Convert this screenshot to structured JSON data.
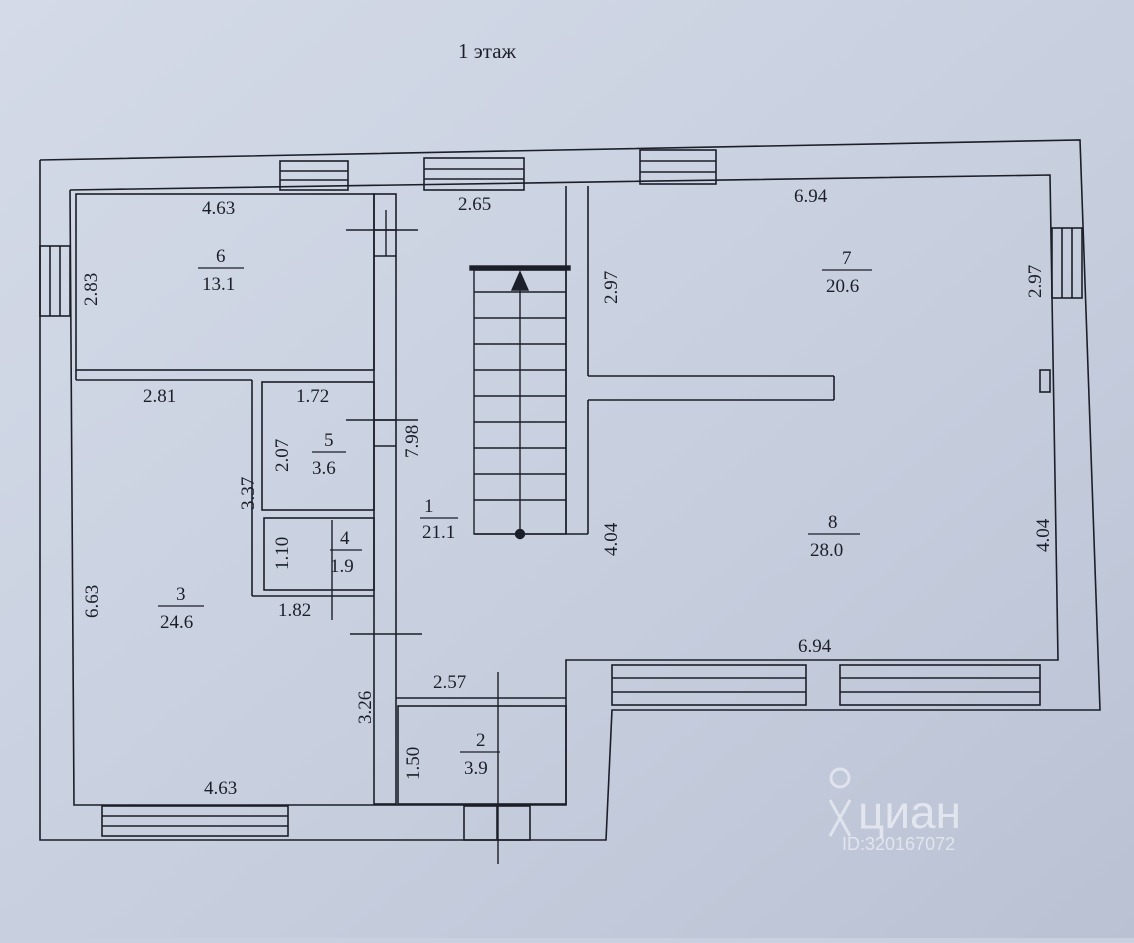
{
  "plan": {
    "title": "1 этаж",
    "rooms": [
      {
        "number": "1",
        "area": "21.1"
      },
      {
        "number": "2",
        "area": "3.9"
      },
      {
        "number": "3",
        "area": "24.6"
      },
      {
        "number": "4",
        "area": "1.9"
      },
      {
        "number": "5",
        "area": "3.6"
      },
      {
        "number": "6",
        "area": "13.1"
      },
      {
        "number": "7",
        "area": "20.6"
      },
      {
        "number": "8",
        "area": "28.0"
      }
    ],
    "dimensions": [
      "4.63",
      "2.83",
      "2.65",
      "6.94",
      "2.97",
      "2.97",
      "2.81",
      "1.72",
      "2.07",
      "3.37",
      "7.98",
      "1.10",
      "6.63",
      "1.82",
      "4.04",
      "4.04",
      "6.94",
      "2.57",
      "3.26",
      "1.50",
      "4.63"
    ]
  },
  "watermark": {
    "brand": "циан",
    "id": "ID:320167072"
  },
  "colors": {
    "paper": "#c9d1e0",
    "line": "#1c1f29"
  }
}
